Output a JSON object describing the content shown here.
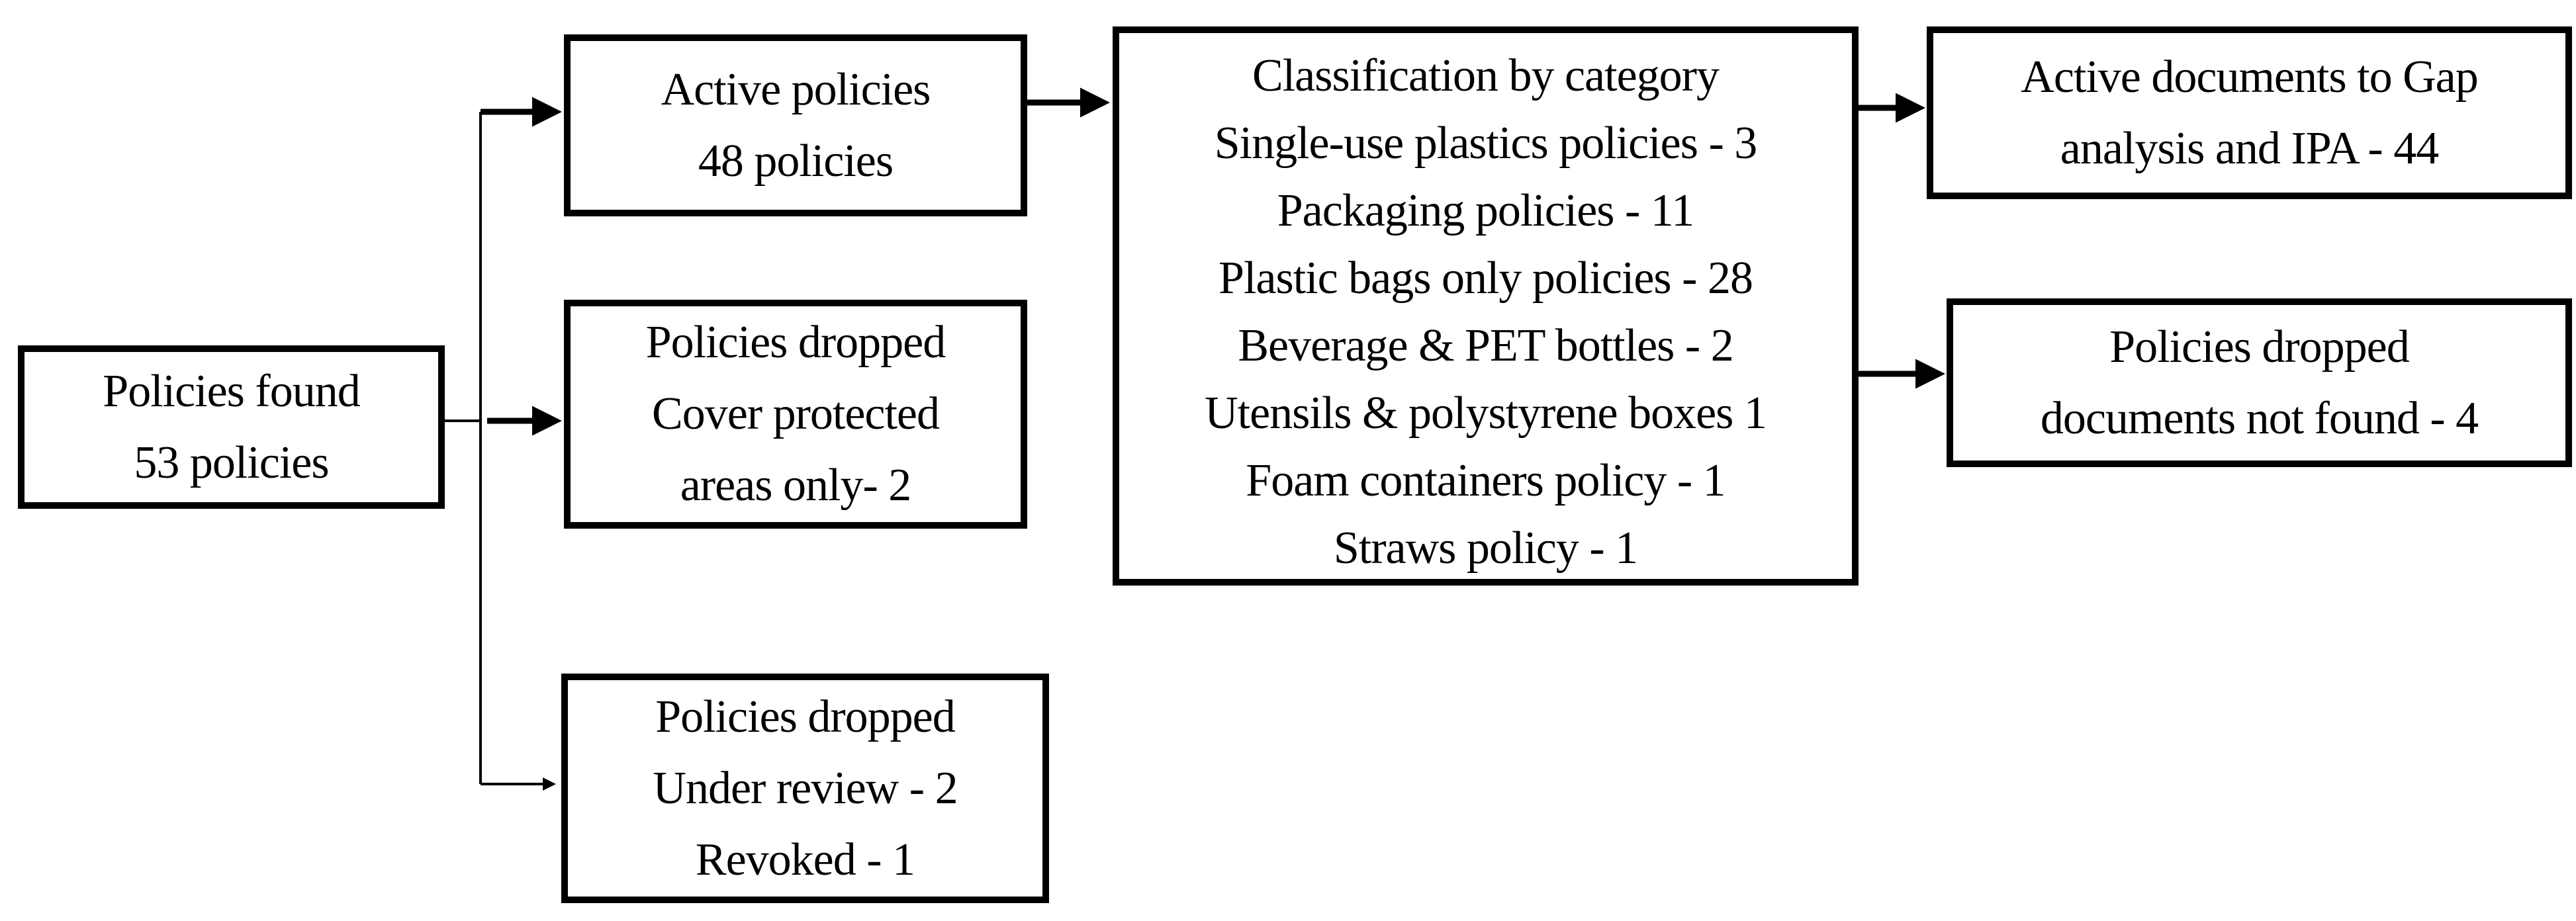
{
  "nodes": {
    "found": {
      "lines": [
        "Policies found",
        "53 policies"
      ]
    },
    "active": {
      "lines": [
        "Active policies",
        "48 policies"
      ]
    },
    "dropped_protected": {
      "lines": [
        "Policies dropped",
        "Cover protected",
        "areas only- 2"
      ]
    },
    "dropped_review": {
      "lines": [
        "Policies dropped",
        "Under review - 2",
        "Revoked - 1"
      ]
    },
    "classification": {
      "lines": [
        "Classification by category",
        "Single-use plastics policies - 3",
        "Packaging policies - 11",
        "Plastic bags only policies - 28",
        "Beverage & PET bottles - 2",
        "Utensils & polystyrene boxes 1",
        "Foam containers policy - 1",
        "Straws policy - 1"
      ]
    },
    "active_docs": {
      "lines": [
        "Active documents to Gap",
        "analysis and IPA - 44"
      ]
    },
    "dropped_not_found": {
      "lines": [
        "Policies dropped",
        "documents not found - 4"
      ]
    }
  },
  "colors": {
    "stroke": "#000000",
    "background": "#ffffff"
  }
}
